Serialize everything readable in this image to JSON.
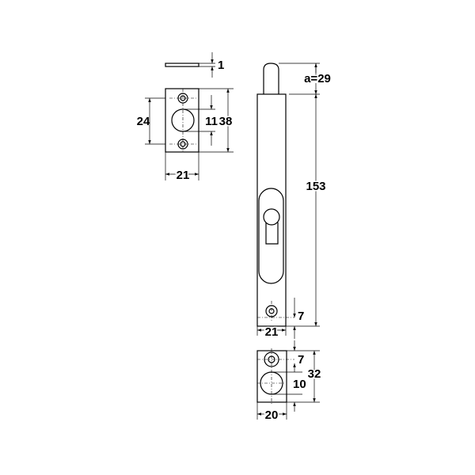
{
  "strike_plate": {
    "thickness": "1",
    "hole_spacing": "24",
    "bore_diameter": "11",
    "height": "38",
    "width": "21"
  },
  "flush_bolt": {
    "bolt_travel": "a=29",
    "length": "153",
    "screw_offset": "7",
    "width": "21"
  },
  "floor_keeper": {
    "screw_offset": "7",
    "bore_diameter": "10",
    "height": "32",
    "width": "20"
  },
  "colors": {
    "line": "#000000",
    "background": "#ffffff"
  }
}
